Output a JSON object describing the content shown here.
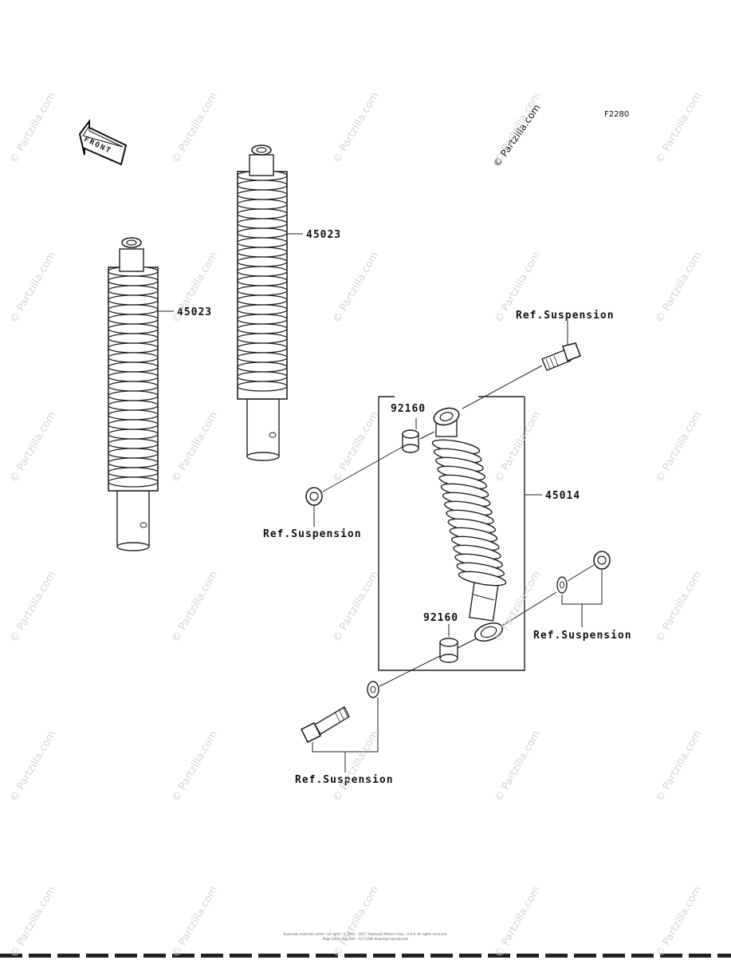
{
  "diagram_code": "F2280",
  "copyright_mark": "© Partzilla.com",
  "watermark": "© Partzilla.com",
  "front_label": "FRONT",
  "parts": [
    {
      "number": "45023",
      "ref": "spring-left"
    },
    {
      "number": "45023",
      "ref": "spring-mid"
    },
    {
      "number": "45014",
      "ref": "shock-absorber"
    },
    {
      "number": "92160",
      "ref": "bushing-top"
    },
    {
      "number": "92160",
      "ref": "bushing-bottom"
    }
  ],
  "refs": [
    "Ref.Suspension",
    "Ref.Suspension",
    "Ref.Suspension",
    "Ref.Suspension"
  ],
  "footer": {
    "line1": "Kawasaki materials within 'all rights' © 1993 - 2017, Kawasaki Motors Corp., U.S.A. All rights reserved.",
    "line2": "Page 0000 | Fig. 000 - All F2280 drawings reproduced"
  }
}
